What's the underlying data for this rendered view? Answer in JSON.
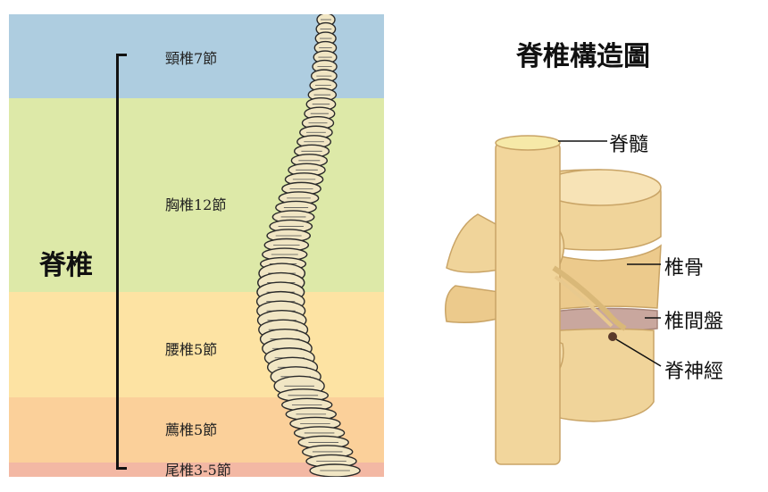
{
  "regions": [
    {
      "label": "頸椎7節"
    },
    {
      "label": "胸椎12節"
    },
    {
      "label": "腰椎5節"
    },
    {
      "label": "薦椎5節"
    },
    {
      "label": "尾椎3-5節"
    }
  ],
  "main_label": "脊椎",
  "title": "脊椎構造圖",
  "callouts": {
    "spinal_cord": "脊髓",
    "vertebra": "椎骨",
    "disc": "椎間盤",
    "nerve": "脊神經"
  },
  "colors": {
    "cervical": "#aecde0",
    "thoracic": "#dde9a8",
    "lumbar": "#fde3a3",
    "sacral": "#fbd09a",
    "coccyx": "#f3b8a4",
    "bone": "#f0d49a",
    "disc": "#c9a79e"
  }
}
